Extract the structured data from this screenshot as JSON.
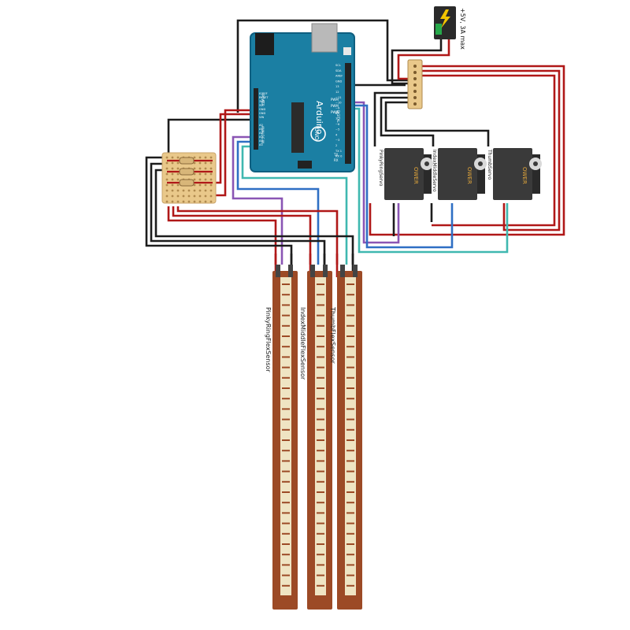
{
  "diagram": {
    "power_jack_label": "+5V, 3A max",
    "arduino": {
      "brand": "Arduino",
      "model": "UNO",
      "left_pins": [
        "IOREF",
        "RESET",
        "3V3",
        "5V",
        "GND",
        "GND",
        "VIN"
      ],
      "analog_pins": [
        "A0",
        "A1",
        "A2",
        "A3",
        "A4",
        "A5"
      ],
      "right_pins": [
        "SCL",
        "SDA",
        "AREF",
        "GND",
        "13",
        "12",
        "~11",
        "~10",
        "~9",
        "8",
        "7",
        "~6",
        "~5",
        "4",
        "~3",
        "2",
        "TX 1",
        "RX 0"
      ],
      "pin_labels": {
        "pwm_a": "PWM",
        "pwm_b": "PWM",
        "pwm_c": "PWM",
        "digital": "DIGITAL",
        "analog_in": "ANALOG IN",
        "power": "POWER",
        "tx": "TX",
        "rx": "RX"
      }
    },
    "servos": [
      {
        "label": "PinkyRingServo",
        "brand": "OWER"
      },
      {
        "label": "IndexMiddleServo",
        "brand": "OWER"
      },
      {
        "label": "ThumbServo",
        "brand": "OWER"
      }
    ],
    "flex_sensors": [
      {
        "label": "PinkyRingFlexSensor"
      },
      {
        "label": "IndexMiddleFlexSensor"
      },
      {
        "label": "ThumbFlexSensor"
      }
    ],
    "colors": {
      "arduino_board": "#1b7fa3",
      "arduino_edge": "#0f5f80",
      "perfboard": "#e9c88a",
      "perfboard_hole": "#b08a4e",
      "flex_sensor": "#9c4a26",
      "flex_stripe": "#efe4c3",
      "servo": "#3a3a3a",
      "wire_red": "#b01818",
      "wire_black": "#1c1c1c",
      "wire_blue": "#2f6fc4",
      "wire_purple": "#8a55b4",
      "wire_teal": "#3fb8b0",
      "power_jack": "#2a2a2a",
      "bolt": "#f3c400"
    }
  }
}
